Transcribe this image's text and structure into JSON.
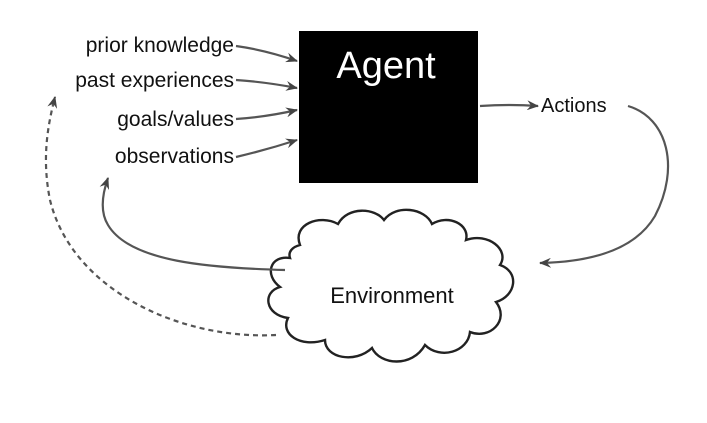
{
  "inputs": [
    {
      "label": "prior knowledge"
    },
    {
      "label": "past experiences"
    },
    {
      "label": "goals/values"
    },
    {
      "label": "observations"
    }
  ],
  "agent": {
    "label": "Agent",
    "fill": "#000000"
  },
  "actions": {
    "label": "Actions"
  },
  "environment": {
    "label": "Environment"
  },
  "colors": {
    "stroke": "#555555",
    "text": "#111111"
  }
}
